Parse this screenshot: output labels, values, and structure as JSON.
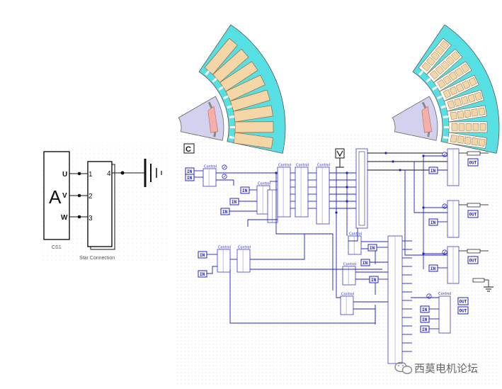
{
  "stator_panels": [
    {
      "name": "left-stator",
      "conductor_style": "solid-bars",
      "colors": {
        "yoke": "#57e0e4",
        "slot": "#f5d6a6",
        "rotor": "#d2d2ee",
        "magnet": "#f3b0a8"
      }
    },
    {
      "name": "right-stator",
      "conductor_style": "stranded-bars",
      "colors": {
        "yoke": "#57e0e4",
        "slot": "#f5d6a6",
        "rotor": "#d2d2ee",
        "magnet": "#f3b0a8"
      }
    }
  ],
  "source_circuit": {
    "source_label": "A",
    "terminals": [
      "U",
      "V",
      "W"
    ],
    "star_pins": [
      "1",
      "2",
      "3"
    ],
    "output_pin": "4",
    "source_caption": "CS1",
    "star_caption": "Star Connection"
  },
  "control_schematic": {
    "panel_tag": "C",
    "colors": {
      "wire": "#2222cc",
      "block": "#3a3ad0",
      "grid_dot": "#bdbdbd"
    },
    "control_title": "Control",
    "input_label": "IN",
    "output_label": "OUT"
  },
  "watermark": {
    "icon": "wechat-icon",
    "text": "西莫电机论坛"
  }
}
